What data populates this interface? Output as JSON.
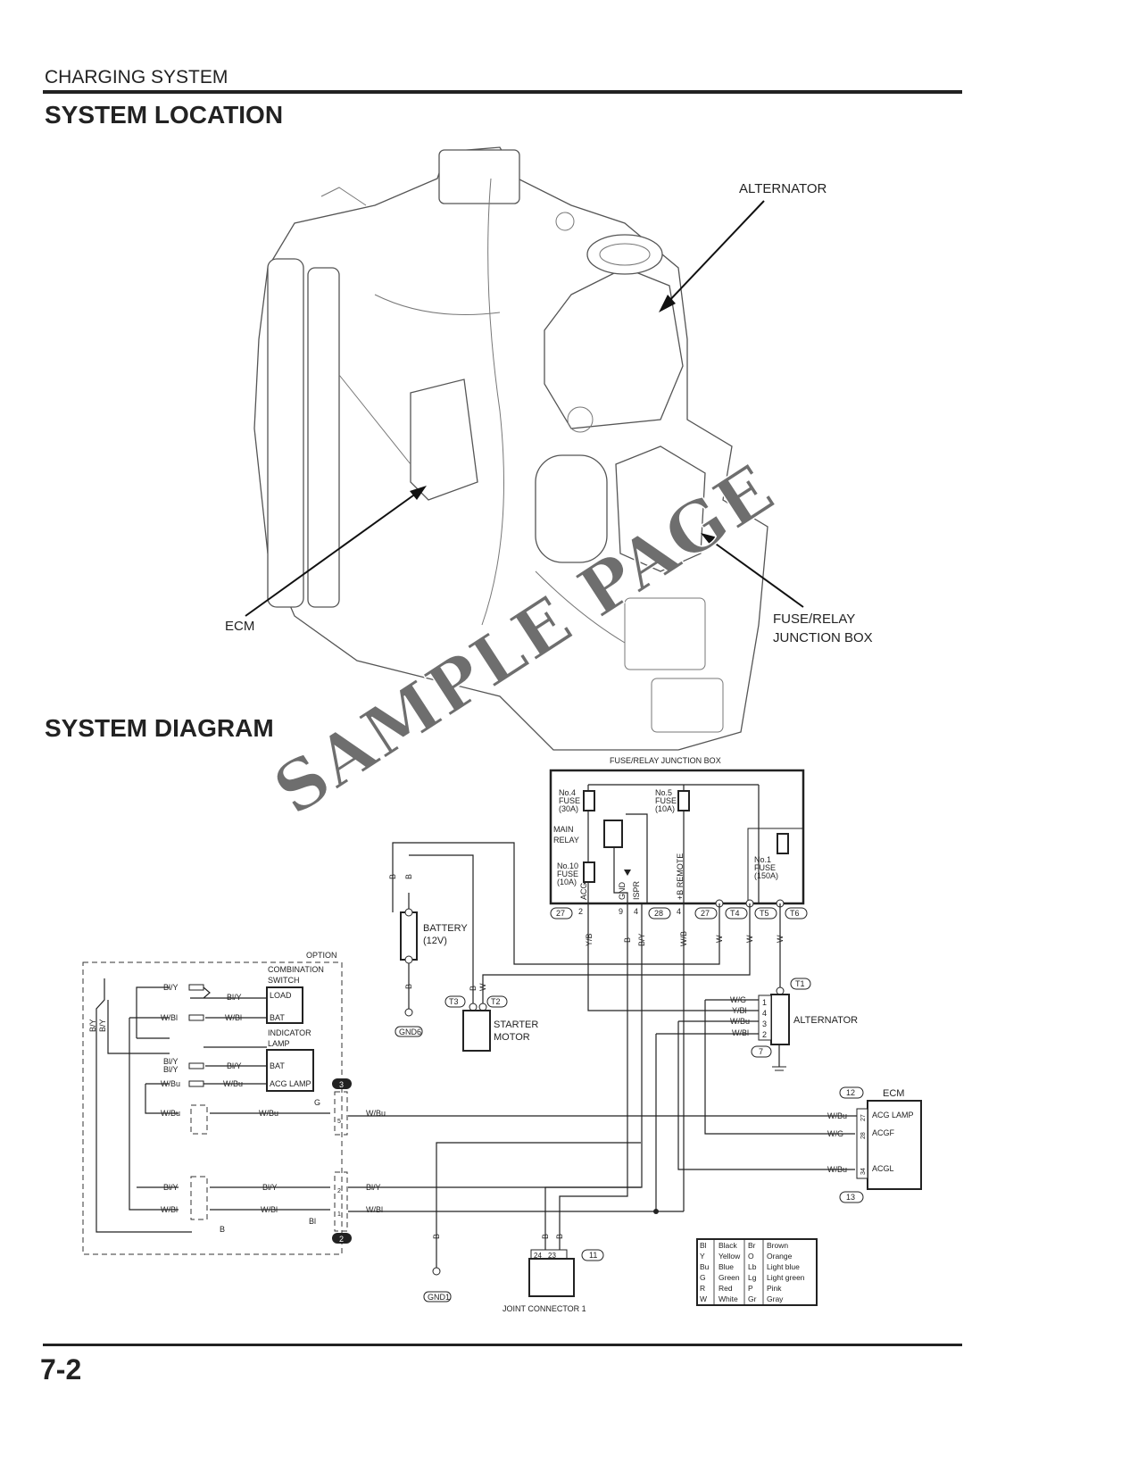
{
  "header": {
    "section": "CHARGING SYSTEM",
    "location_title": "SYSTEM LOCATION",
    "diagram_title": "SYSTEM DIAGRAM",
    "page_number": "7-2"
  },
  "callouts": {
    "alternator": "ALTERNATOR",
    "ecm": "ECM",
    "fuse_relay_1": "FUSE/RELAY",
    "fuse_relay_2": "JUNCTION BOX"
  },
  "watermark": "SAMPLE PAGE",
  "junction_box": {
    "title": "FUSE/RELAY JUNCTION BOX",
    "fuse4": [
      "No.4",
      "FUSE",
      "(30A)"
    ],
    "fuse5": [
      "No.5",
      "FUSE",
      "(10A)"
    ],
    "fuse10": [
      "No.10",
      "FUSE",
      "(10A)"
    ],
    "fuse1": [
      "No.1",
      "FUSE",
      "(150A)"
    ],
    "relay": [
      "MAIN",
      "RELAY"
    ],
    "terminals": [
      "ACG",
      "GND",
      "ISPR",
      "+B REMOTE"
    ],
    "pins": [
      "2",
      "9",
      "4",
      "4"
    ],
    "connectors": [
      "27",
      "28",
      "27",
      "T4",
      "T5",
      "T6"
    ]
  },
  "wires": [
    "Y/B",
    "B",
    "B/Y",
    "W/B",
    "W",
    "W",
    "W",
    "B",
    "B",
    "B",
    "B",
    "W",
    "W/G",
    "Y/Bl",
    "W/Bu",
    "W/Bl",
    "W/Bu",
    "W/G",
    "W/Bu",
    "B",
    "B",
    "B"
  ],
  "battery": {
    "label": "BATTERY",
    "rating": "(12V)",
    "ground": "GND6"
  },
  "starter": {
    "label1": "STARTER",
    "label2": "MOTOR",
    "t3": "T3",
    "t2": "T2"
  },
  "alternator": {
    "label": "ALTERNATOR",
    "t1": "T1",
    "pins": [
      "1",
      "4",
      "3",
      "2"
    ],
    "ground_no": "7"
  },
  "ecm": {
    "label": "ECM",
    "top_no": "12",
    "bottom_no": "13",
    "pins": [
      "ACG LAMP",
      "ACGF",
      "ACGL"
    ],
    "pin_nos": [
      "27",
      "28",
      "34"
    ]
  },
  "option": {
    "title": "OPTION",
    "combo_switch": [
      "COMBINATION",
      "SWITCH"
    ],
    "combo_pins": [
      "LOAD",
      "BAT"
    ],
    "indicator": [
      "INDICATOR",
      "LAMP"
    ],
    "indicator_pins": [
      "BAT",
      "ACG LAMP"
    ],
    "labels": [
      "Bl/Y",
      "Bl/Y",
      "W/Bl",
      "W/Bl",
      "Bl/Y",
      "Bl/Y",
      "Bl/Y",
      "W/Bu",
      "W/Bu",
      "W/Bu",
      "W/Bu",
      "W/Bu",
      "Bl/Y",
      "Bl/Y",
      "Bl/Y",
      "W/Bl",
      "W/Bl",
      "W/Bl",
      "B/Y",
      "B/Y",
      "G",
      "Bl",
      "B"
    ],
    "badges": [
      "3",
      "2"
    ],
    "pin_nos": [
      "5",
      "2",
      "1"
    ]
  },
  "joint_connector": {
    "label": "JOINT CONNECTOR 1",
    "number": "11",
    "pins": [
      "24",
      "23"
    ],
    "ground": "GND1"
  },
  "legend": [
    [
      "Bl",
      "Black",
      "Br",
      "Brown"
    ],
    [
      "Y",
      "Yellow",
      "O",
      "Orange"
    ],
    [
      "Bu",
      "Blue",
      "Lb",
      "Light blue"
    ],
    [
      "G",
      "Green",
      "Lg",
      "Light green"
    ],
    [
      "R",
      "Red",
      "P",
      "Pink"
    ],
    [
      "W",
      "White",
      "Gr",
      "Gray"
    ]
  ]
}
